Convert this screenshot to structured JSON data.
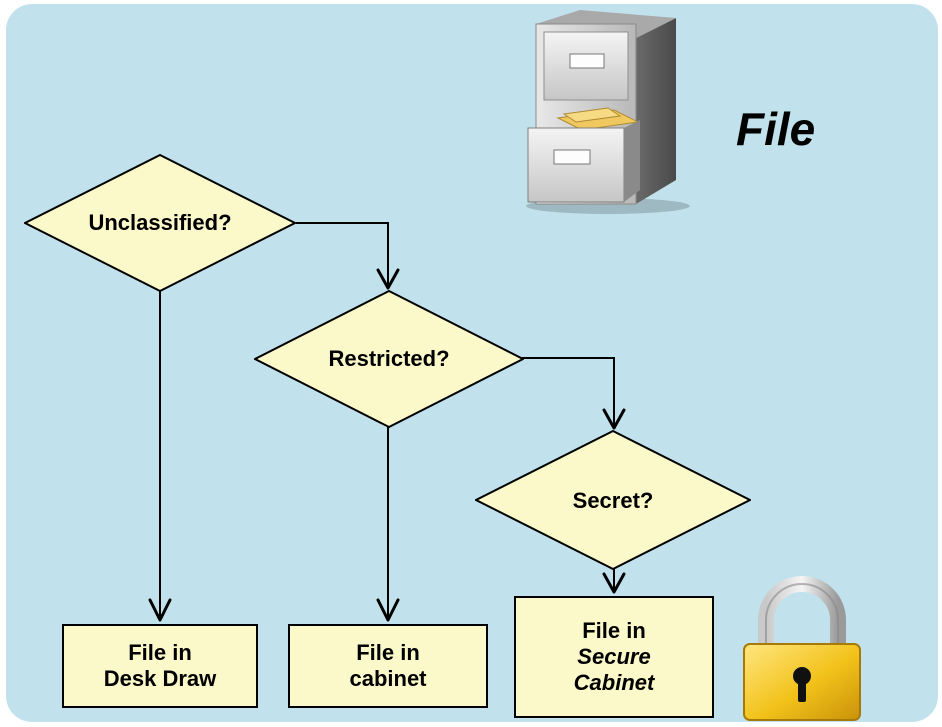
{
  "title": "File",
  "decisions": {
    "unclassified": "Unclassified?",
    "restricted": "Restricted?",
    "secret": "Secret?"
  },
  "outcomes": {
    "desk_draw": {
      "line1": "File in",
      "line2": "Desk Draw"
    },
    "cabinet": {
      "line1": "File in",
      "line2": "cabinet"
    },
    "secure_cabinet": {
      "line1": "File in",
      "line2": "Secure",
      "line3": "Cabinet"
    }
  },
  "icons": {
    "cabinet": "file-cabinet-icon",
    "lock": "padlock-icon"
  },
  "colors": {
    "background": "#c1e2ec",
    "shape_fill": "#fbf8c9",
    "stroke": "#000000"
  }
}
